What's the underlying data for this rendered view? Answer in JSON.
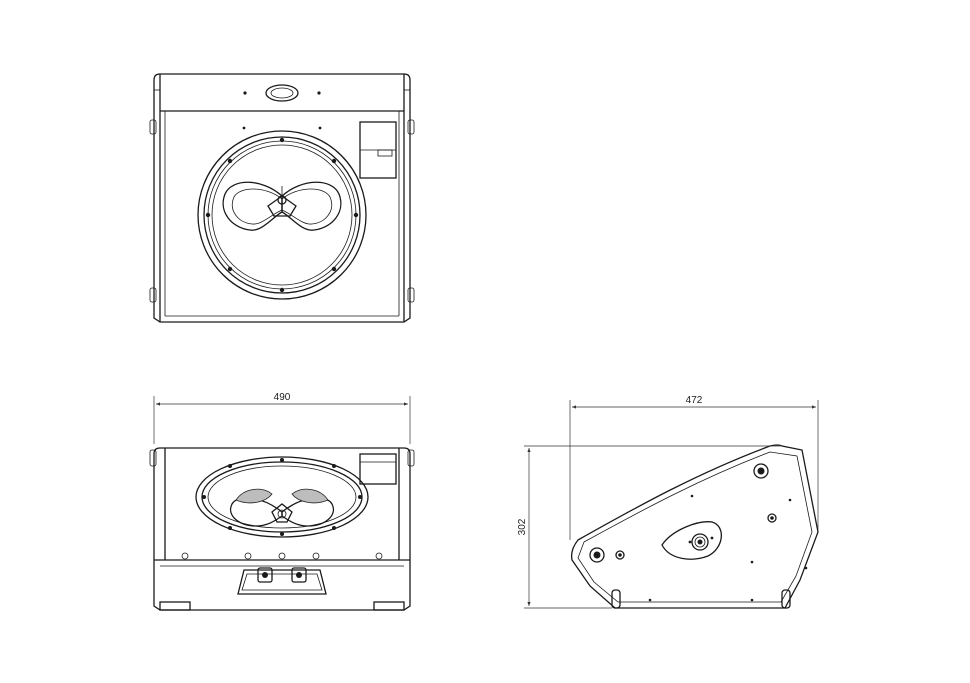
{
  "dimensions": {
    "width": "490",
    "depth": "472",
    "height": "302"
  },
  "views": [
    "front-view",
    "bottom-view",
    "side-view"
  ]
}
